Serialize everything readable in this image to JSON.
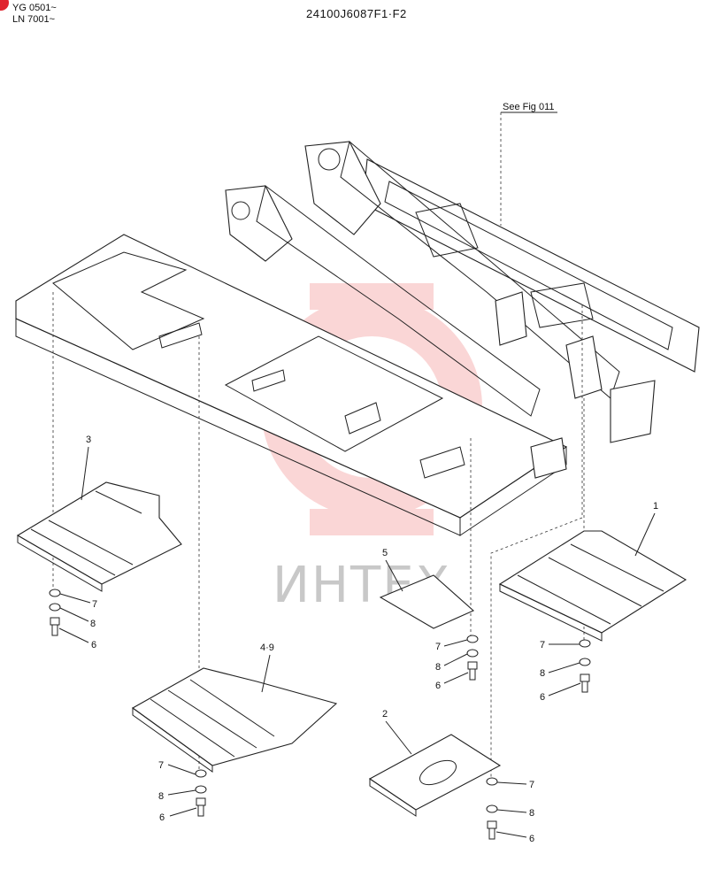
{
  "header": {
    "serial_line1": "YG 0501~",
    "serial_line2": "LN 7001~",
    "part_number": "24100J6087F1·F2"
  },
  "reference": {
    "see_fig": "See Fig 011"
  },
  "watermark": {
    "text": "ИНТЕХ",
    "color": "#f3a0a0"
  },
  "callouts": {
    "c1": "1",
    "c2": "2",
    "c3": "3",
    "c49": "4·9",
    "c5": "5",
    "h6": "6",
    "h7": "7",
    "h8": "8"
  },
  "colors": {
    "line": "#222222",
    "badge": "#e0242e"
  }
}
